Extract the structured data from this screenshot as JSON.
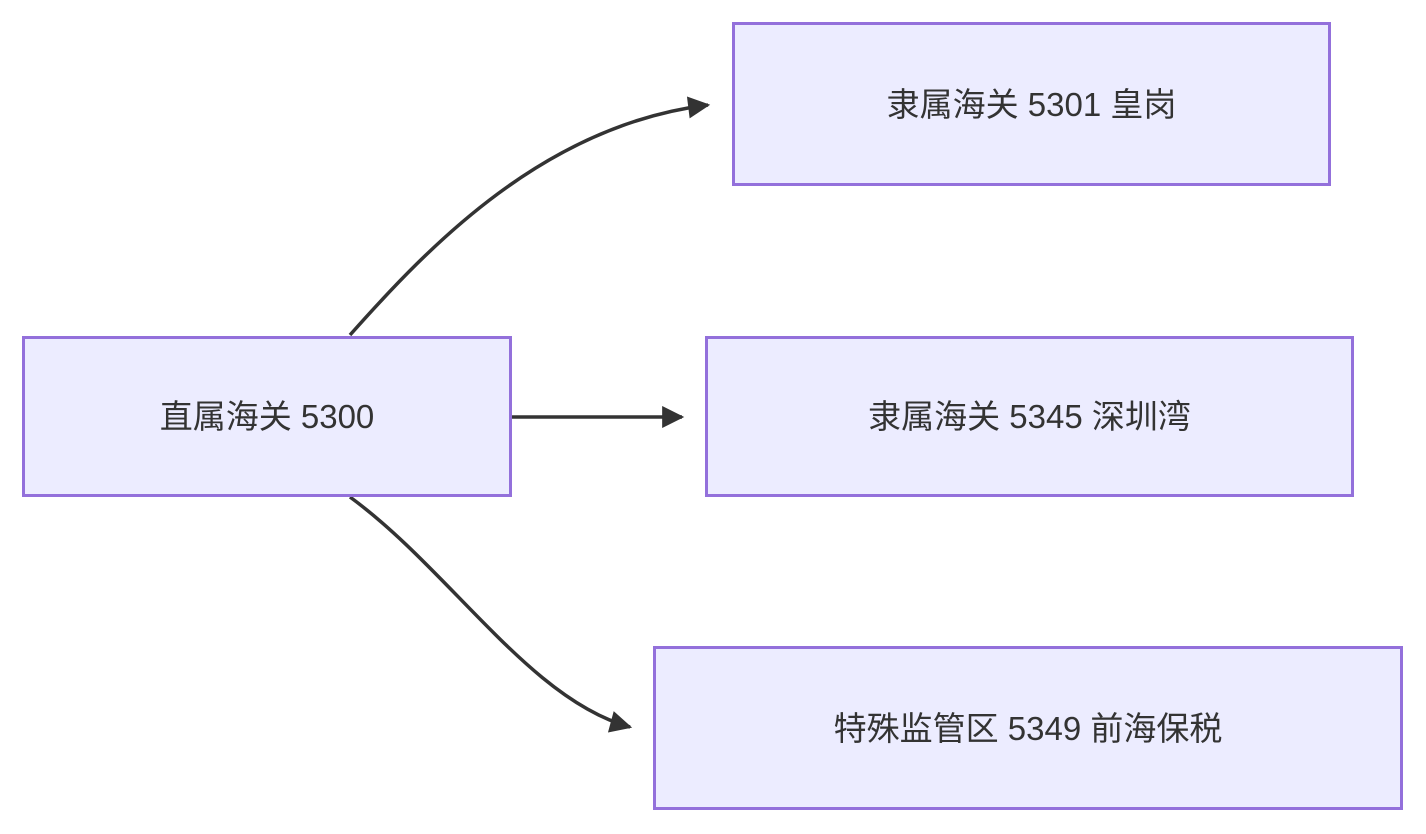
{
  "diagram": {
    "type": "flowchart",
    "direction": "left-to-right",
    "colors": {
      "background": "#ffffff",
      "node_fill": "#ececff",
      "node_border": "#9370db",
      "node_text": "#333333",
      "edge": "#333333"
    },
    "nodes": [
      {
        "id": "direct-customs-5300",
        "label": "直属海关 5300"
      },
      {
        "id": "subordinate-customs-5301",
        "label": "隶属海关 5301 皇岗"
      },
      {
        "id": "subordinate-customs-5345",
        "label": "隶属海关 5345 深圳湾"
      },
      {
        "id": "special-supervision-zone-5349",
        "label": "特殊监管区 5349 前海保税"
      }
    ],
    "edges": [
      {
        "from": "direct-customs-5300",
        "to": "subordinate-customs-5301"
      },
      {
        "from": "direct-customs-5300",
        "to": "subordinate-customs-5345"
      },
      {
        "from": "direct-customs-5300",
        "to": "special-supervision-zone-5349"
      }
    ]
  }
}
